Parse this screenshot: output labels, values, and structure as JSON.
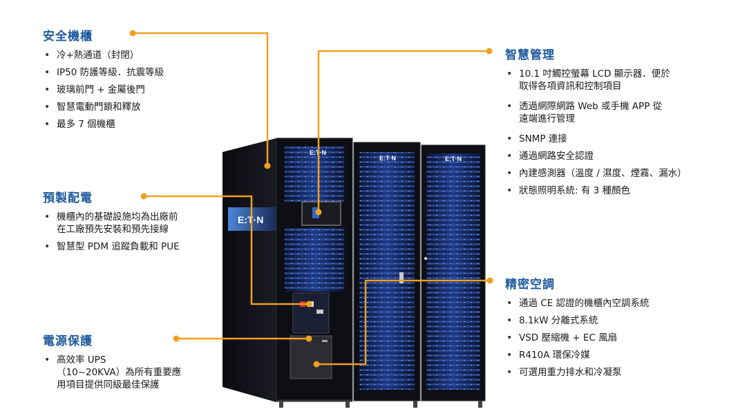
{
  "sections": {
    "cabinet": {
      "title": "安全機櫃",
      "items": [
        "冷+熱通道（封閉）",
        "IP50 防護等級．抗震等級",
        "玻璃前門 + 金屬後門",
        "智慧電動門鎖和釋放",
        "最多 7 個機櫃"
      ]
    },
    "prefab": {
      "title": "預製配電",
      "items": [
        {
          "line1": "機櫃內的基礎設施均為出廠前",
          "line2": "在工廠預先安裝和預先接線"
        },
        {
          "line1": "智慧型 PDM 追蹤負載和 PUE",
          "line2": ""
        }
      ]
    },
    "power": {
      "title": "電源保護",
      "items": [
        {
          "line1": "高效率 UPS",
          "line2": "（10~20KVA）為所有重要應",
          "line3": "用項目提供同級最佳保護"
        }
      ]
    },
    "smart": {
      "title": "智慧管理",
      "items": [
        {
          "line1": "10.1 吋觸控螢幕 LCD 顯示器．便於",
          "line2": "取得各項資訊和控制項目"
        },
        {
          "line1": "透過網際網路 Web 或手機 APP 從",
          "line2": "遠端進行管理"
        },
        {
          "line1": "SNMP 連接",
          "line2": ""
        },
        {
          "line1": "通過網路安全認證",
          "line2": ""
        },
        {
          "line1": "內建感測器（溫度 / 濕度、煙霧、漏水）",
          "line2": ""
        },
        {
          "line1": "狀態照明系統: 有 3 種顏色",
          "line2": ""
        }
      ]
    },
    "cooling": {
      "title": "精密空調",
      "items": [
        "通過 CE 認證的機櫃內空調系統",
        "8.1kW 分離式系統",
        "VSD 壓縮機 + EC 風扇",
        "R410A 環保冷媒",
        "可選用重力排水和冷凝泵"
      ]
    }
  },
  "rack_brand": "E:T·N",
  "side_logo": "E:T·N",
  "colors": {
    "title": "#1f5a9e",
    "callout": "#f0a020",
    "rack": "#0e0f14",
    "glow": "#2a4fa8"
  }
}
